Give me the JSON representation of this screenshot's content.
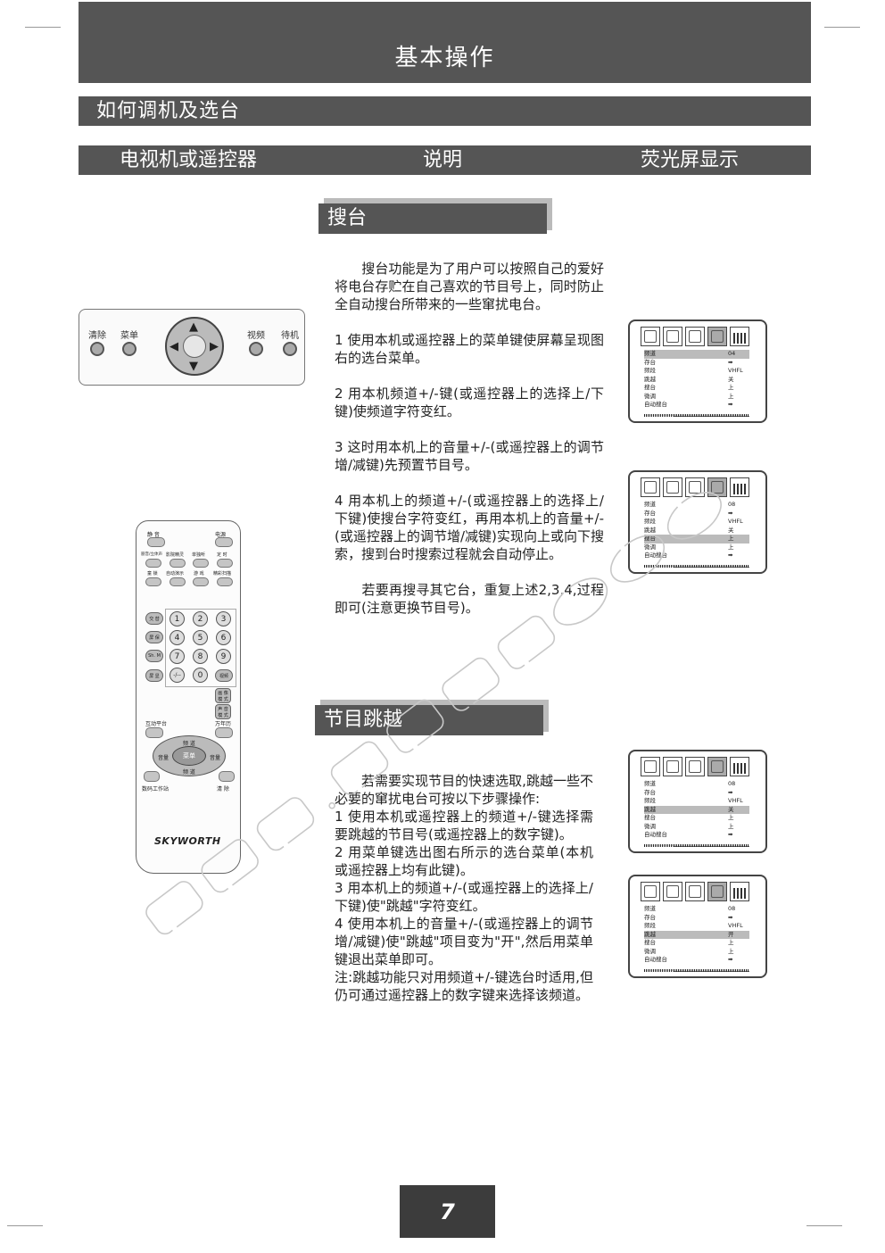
{
  "header": {
    "title": "基本操作"
  },
  "section": {
    "title": "如何调机及选台"
  },
  "columns": {
    "col1": "电视机或遥控器",
    "col2": "说明",
    "col3": "荧光屏显示"
  },
  "search": {
    "heading": "搜台",
    "intro": "　　搜台功能是为了用户可以按照自己的爱好将电台存贮在自己喜欢的节目号上，同时防止全自动搜台所带来的一些窜扰电台。",
    "step1": "1 使用本机或遥控器上的菜单键使屏幕呈现图右的选台菜单。",
    "step2": "2 用本机频道+/-键(或遥控器上的选择上/下键)使频道字符变红。",
    "step3": "3 这时用本机上的音量+/-(或遥控器上的调节增/减键)先预置节目号。",
    "step4": "4 用本机上的频道+/-(或遥控器上的选择上/下键)使搜台字符变红，再用本机上的音量+/-(或遥控器上的调节增/减键)实现向上或向下搜索，搜到台时搜索过程就会自动停止。",
    "repeat": "　　若要再搜寻其它台，重复上述2,3,4,过程即可(注意更换节目号)。"
  },
  "skip": {
    "heading": "节目跳越",
    "intro": "　　若需要实现节目的快速选取,跳越一些不必要的窜扰电台可按以下步骤操作:",
    "step1": "1 使用本机或遥控器上的频道+/-键选择需要跳越的节目号(或遥控器上的数字键)。",
    "step2": "2 用菜单键选出图右所示的选台菜单(本机或遥控器上均有此键)。",
    "step3": "3 用本机上的频道+/-(或遥控器上的选择上/下键)使\"跳越\"字符变红。",
    "step4": "4 使用本机上的音量+/-(或遥控器上的调节增/减键)使\"跳越\"项目变为\"开\",然后用菜单键退出菜单即可。",
    "note": "注:跳越功能只对用频道+/-键选台时适用,但仍可通过遥控器上的数字键来选择该频道。"
  },
  "front_panel": {
    "clear": "清除",
    "menu": "菜单",
    "video": "视频",
    "standby": "待机"
  },
  "remote": {
    "mute": "静 音",
    "power": "电源",
    "r2": [
      "丽音/立体声",
      "影院精灵",
      "单独听",
      "定 时"
    ],
    "r3": [
      "童 锁",
      "自动演示",
      "游 戏",
      "精彩扫描"
    ],
    "left": [
      "交 替",
      "屏 保",
      "Sh. M",
      "屏 显"
    ],
    "nums": [
      "1",
      "2",
      "3",
      "4",
      "5",
      "6",
      "7",
      "8",
      "9",
      "-/--",
      "0"
    ],
    "video": "视频",
    "pic_mode": "画 像 模 式",
    "sound_mode": "声 音 模 式",
    "interactive": "互动平台",
    "calendar": "万年历",
    "ch_up": "频 道",
    "vol_left": "音量",
    "menu": "菜单",
    "vol_right": "音量",
    "ch_down": "频 道",
    "digital": "数码工作站",
    "clear": "清 除",
    "brand": "SKYWORTH"
  },
  "osd": [
    {
      "rows": [
        [
          "频道",
          "04"
        ],
        [
          "存台",
          "➡"
        ],
        [
          "频段",
          "VHFL"
        ],
        [
          "跳越",
          "关"
        ],
        [
          "搜台",
          "上"
        ],
        [
          "微调",
          "上"
        ],
        [
          "自动搜台",
          "➡"
        ]
      ],
      "highlight": 0
    },
    {
      "rows": [
        [
          "频道",
          "08"
        ],
        [
          "存台",
          "➡"
        ],
        [
          "频段",
          "VHFL"
        ],
        [
          "跳越",
          "关"
        ],
        [
          "搜台",
          "上"
        ],
        [
          "微调",
          "上"
        ],
        [
          "自动搜台",
          "➡"
        ]
      ],
      "highlight": 4
    },
    {
      "rows": [
        [
          "频道",
          "08"
        ],
        [
          "存台",
          "➡"
        ],
        [
          "频段",
          "VHFL"
        ],
        [
          "跳越",
          "关"
        ],
        [
          "搜台",
          "上"
        ],
        [
          "微调",
          "上"
        ],
        [
          "自动搜台",
          "➡"
        ]
      ],
      "highlight": 3
    },
    {
      "rows": [
        [
          "频道",
          "08"
        ],
        [
          "存台",
          "➡"
        ],
        [
          "频段",
          "VHFL"
        ],
        [
          "跳越",
          "开"
        ],
        [
          "搜台",
          "上"
        ],
        [
          "微调",
          "上"
        ],
        [
          "自动搜台",
          "➡"
        ]
      ],
      "highlight": 3
    }
  ],
  "page": {
    "number": "7"
  }
}
